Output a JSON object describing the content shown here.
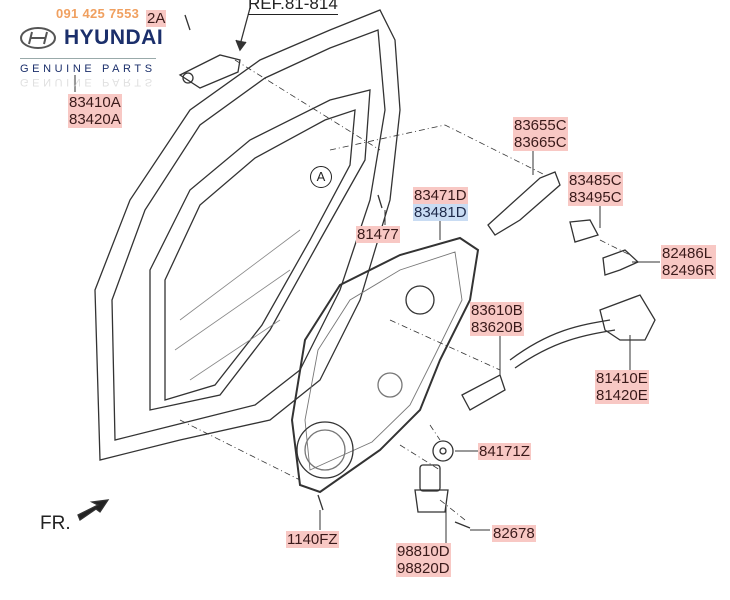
{
  "branding": {
    "phone": "091 425 7553",
    "brand_name": "HYUNDAI",
    "tagline": "GENUINE PARTS"
  },
  "reference": "REF.81-814",
  "callout": "A",
  "direction_label": "FR.",
  "parts": {
    "top_partial": "2A",
    "inside_handle_cover": [
      "83410A",
      "83420A"
    ],
    "bolt_81477": "81477",
    "module_panel": [
      "83471D",
      "83481D"
    ],
    "outside_handle_frame": [
      "83655C",
      "83665C"
    ],
    "handle_cover": [
      "83485C",
      "83495C"
    ],
    "actuator_cover": [
      "82486L",
      "82496R"
    ],
    "inside_handle": [
      "83610B",
      "83620B"
    ],
    "latch": [
      "81410E",
      "81420E"
    ],
    "plug": "84171Z",
    "bolt_1140": "1140FZ",
    "motor": [
      "98810D",
      "98820D"
    ],
    "screw": "82678"
  },
  "colors": {
    "label_bg": "#f8c8c4",
    "highlight_bg": "#c9dcf3",
    "brand": "#1b2f6b"
  }
}
